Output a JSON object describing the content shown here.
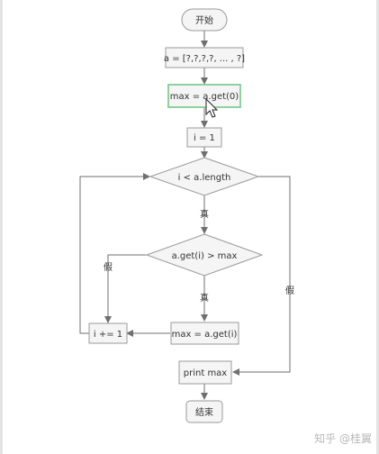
{
  "nodes": {
    "start": "开始",
    "init_array": "a = [?,?,?,?, ... , ?]",
    "init_max": "max = a.get(0)",
    "init_i": "i = 1",
    "loop_condition": "i < a.length",
    "compare_condition": "a.get(i) > max",
    "assign_max": "max = a.get(i)",
    "increment_i": "i += 1",
    "print": "print max",
    "end": "结束"
  },
  "edge_labels": {
    "loop_true": "真",
    "loop_false": "假",
    "compare_true": "真",
    "compare_false": "假"
  },
  "watermark": "知乎 @桂翼",
  "colors": {
    "node_fill": "#f5f5f5",
    "node_border": "#9a9a9a",
    "selected_border": "#8fd19e",
    "edge": "#6f6f6f"
  },
  "icons": {
    "cursor": "mouse-pointer-icon"
  }
}
